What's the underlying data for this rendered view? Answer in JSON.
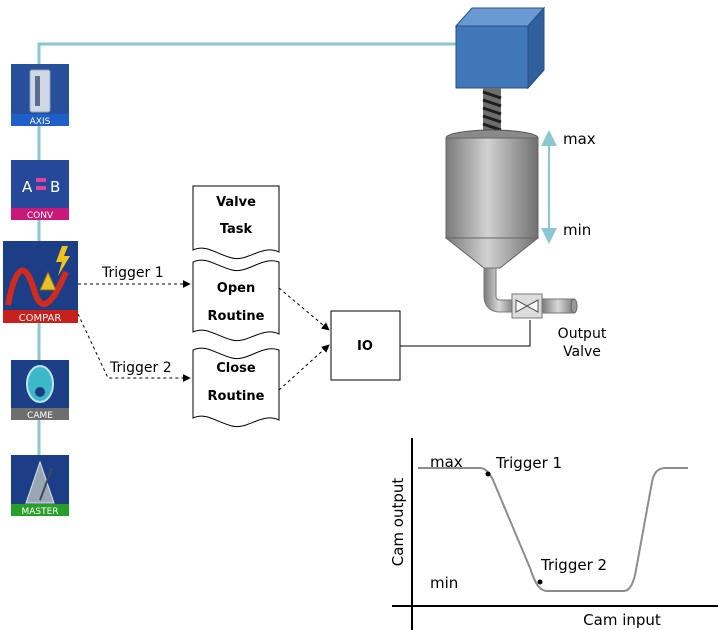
{
  "blocks": [
    {
      "id": "axis",
      "caption": "AXIS",
      "caption_color": "#1f5fc8"
    },
    {
      "id": "conv",
      "caption": "CONV",
      "caption_color": "#c8197a",
      "glyph_a": "A",
      "glyph_b": "B"
    },
    {
      "id": "compar",
      "caption": "COMPAR",
      "caption_color": "#c8201a"
    },
    {
      "id": "came",
      "caption": "CAME",
      "caption_color": "#6e6e6e"
    },
    {
      "id": "master",
      "caption": "MASTER",
      "caption_color": "#27a02a"
    }
  ],
  "trigger1_label": "Trigger 1",
  "trigger2_label": "Trigger 2",
  "task": {
    "line1": "Valve",
    "line2": "Task"
  },
  "open_routine": {
    "line1": "Open",
    "line2": "Routine"
  },
  "close_routine": {
    "line1": "Close",
    "line2": "Routine"
  },
  "io_label": "IO",
  "level": {
    "max": "max",
    "min": "min"
  },
  "valve_label": {
    "line1": "Output",
    "line2": "Valve"
  },
  "cam_plot": {
    "ylabel": "Cam output",
    "xlabel": "Cam input",
    "max_label": "max",
    "min_label": "min",
    "trigger1": "Trigger 1",
    "trigger2": "Trigger 2"
  },
  "colors": {
    "link_line": "#8cc7cf",
    "level_arrow": "#8cc7cf",
    "motor": "#3f77b8",
    "tank": "#9a9a9a"
  }
}
